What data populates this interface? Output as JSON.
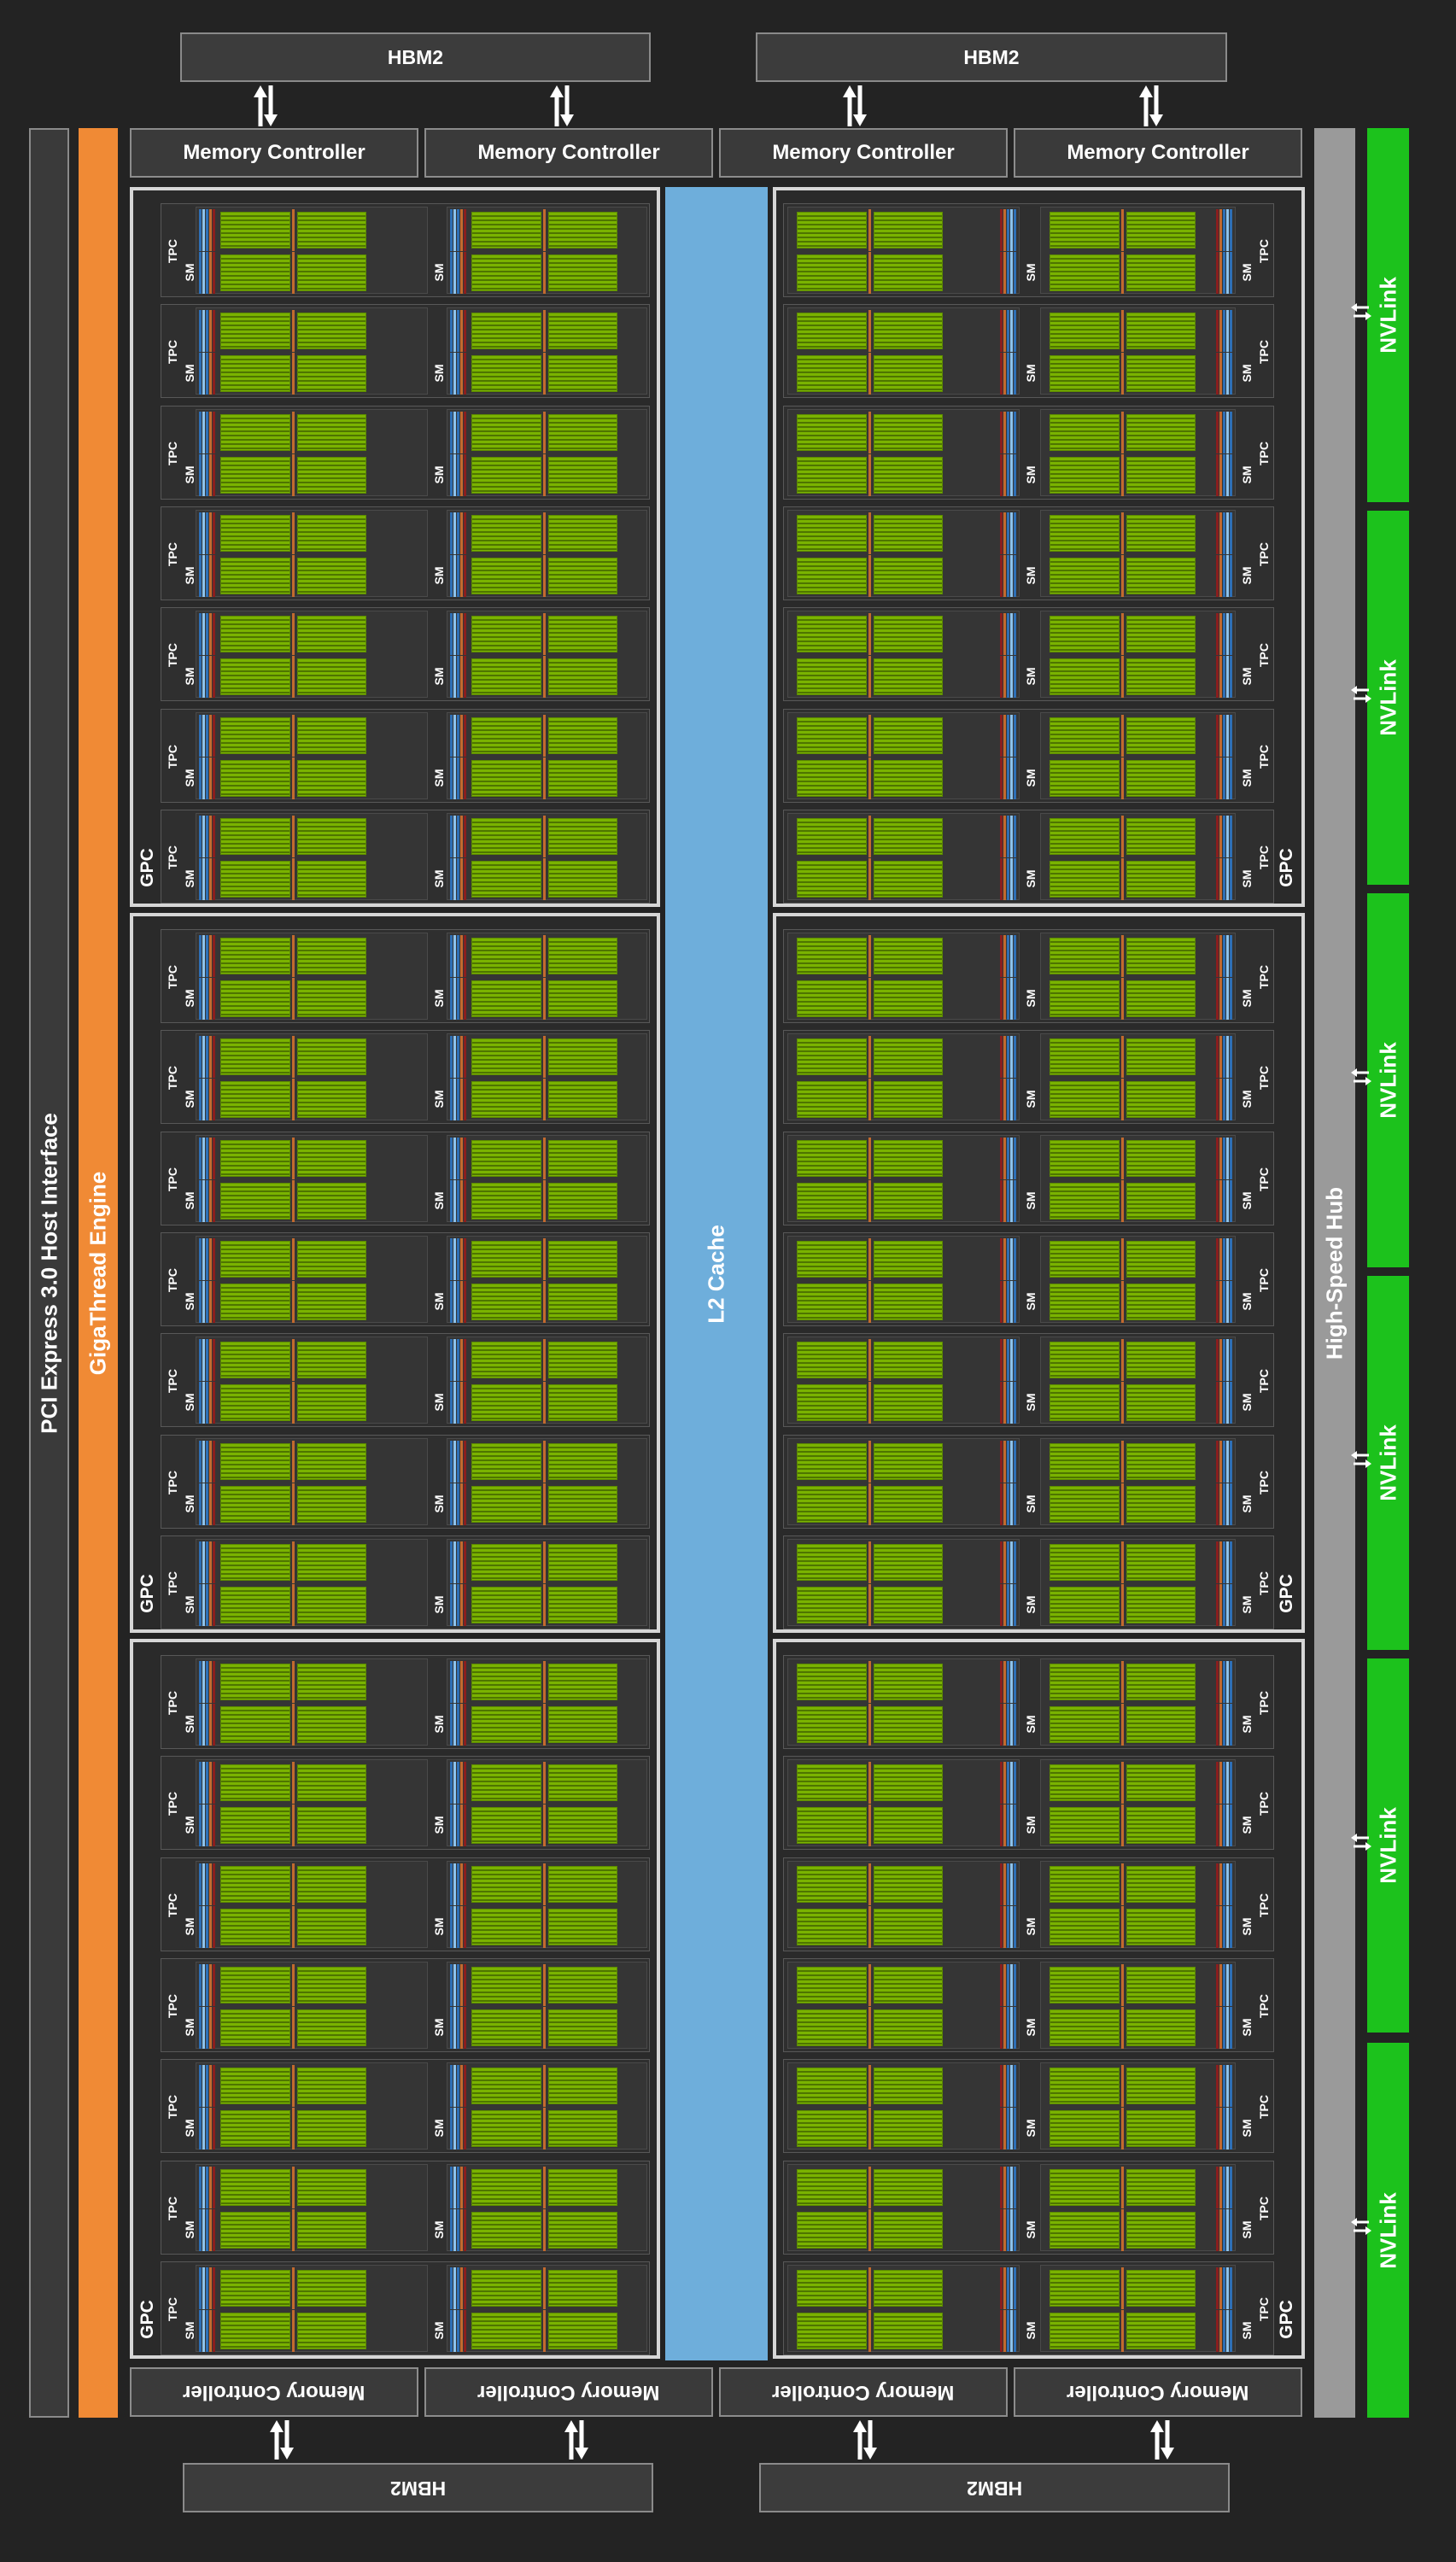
{
  "hbm_top": [
    "HBM2",
    "HBM2"
  ],
  "hbm_bottom": [
    "HBM2",
    "HBM2"
  ],
  "mc_top": [
    "Memory Controller",
    "Memory Controller",
    "Memory Controller",
    "Memory Controller"
  ],
  "mc_bottom": [
    "Memory Controller",
    "Memory Controller",
    "Memory Controller",
    "Memory Controller"
  ],
  "pcie": "PCI Express 3.0 Host Interface",
  "giga": "GigaThread Engine",
  "l2": "L2 Cache",
  "hub": "High-Speed Hub",
  "nvlinks": [
    "NVLink",
    "NVLink",
    "NVLink",
    "NVLink",
    "NVLink",
    "NVLink"
  ],
  "gpc_label": "GPC",
  "tpc_label": "TPC",
  "sm_label": "SM",
  "gpc_count": 6,
  "tpc_per_gpc": 7,
  "sm_per_tpc": 2,
  "colors": {
    "background": "#232323",
    "pcie_bar": "#3a3a3a",
    "gigathread": "#f08a35",
    "l2_cache": "#6eaedb",
    "hub": "#9a9a9a",
    "nvlink": "#1cc21c",
    "cuda_cores": "#7ab300"
  }
}
